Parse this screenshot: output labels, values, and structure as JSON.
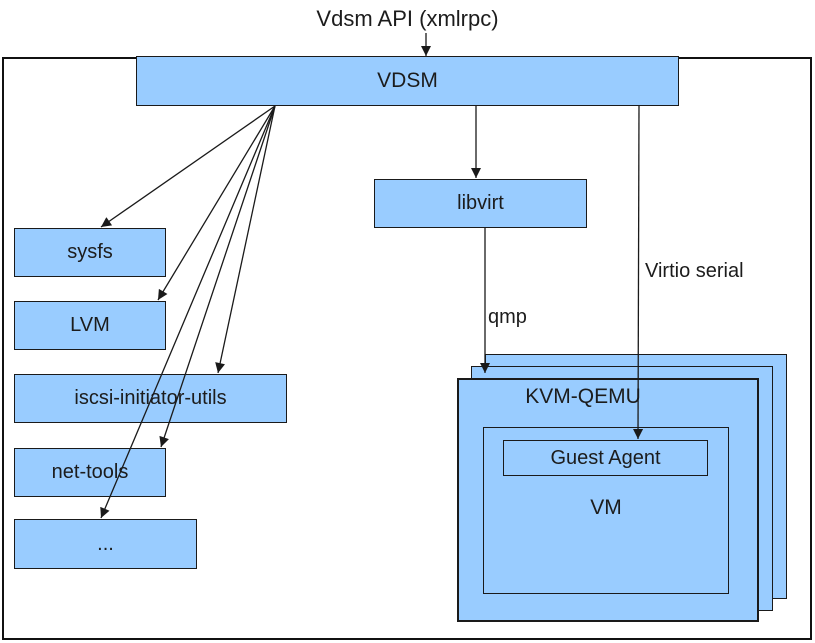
{
  "title": "Vdsm API (xmlrpc)",
  "colors": {
    "node_fill": "#99ccff",
    "node_border": "#1a1a1a",
    "connector": "#1a1a1a",
    "text": "#1c1c1c",
    "background": "#ffffff"
  },
  "nodes": {
    "vdsm": "VDSM",
    "sysfs": "sysfs",
    "lvm": "LVM",
    "iscsi": "iscsi-initiator-utils",
    "net_tools": "net-tools",
    "more": "...",
    "libvirt": "libvirt",
    "kvm_qemu": "KVM-QEMU",
    "vm": "VM",
    "guest_agent": "Guest Agent"
  },
  "edge_labels": {
    "qmp": "qmp",
    "virtio_serial": "Virtio serial"
  },
  "edges": [
    {
      "from": "Vdsm API (xmlrpc)",
      "to": "VDSM",
      "label": ""
    },
    {
      "from": "VDSM",
      "to": "sysfs",
      "label": ""
    },
    {
      "from": "VDSM",
      "to": "LVM",
      "label": ""
    },
    {
      "from": "VDSM",
      "to": "iscsi-initiator-utils",
      "label": ""
    },
    {
      "from": "VDSM",
      "to": "net-tools",
      "label": ""
    },
    {
      "from": "VDSM",
      "to": "...",
      "label": ""
    },
    {
      "from": "VDSM",
      "to": "libvirt",
      "label": ""
    },
    {
      "from": "libvirt",
      "to": "KVM-QEMU",
      "label": "qmp"
    },
    {
      "from": "VDSM",
      "to": "Guest Agent",
      "label": "Virtio serial"
    }
  ]
}
